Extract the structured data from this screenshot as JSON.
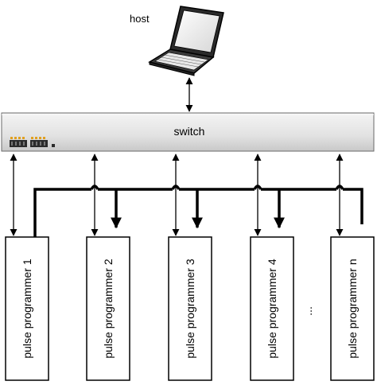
{
  "host_label": "host",
  "switch_label": "switch",
  "ellipsis": "...",
  "programmers": [
    {
      "label": "pulse programmer 1"
    },
    {
      "label": "pulse programmer 2"
    },
    {
      "label": "pulse programmer 3"
    },
    {
      "label": "pulse programmer 4"
    },
    {
      "label": "pulse programmer n"
    }
  ],
  "icons": {
    "host": "laptop-icon",
    "ports": "ethernet-ports-icon"
  },
  "colors": {
    "line": "#000000",
    "switch_fill_top": "#f4f4f4",
    "switch_fill_bottom": "#c8c8c8",
    "port_led": "#e0a020"
  }
}
